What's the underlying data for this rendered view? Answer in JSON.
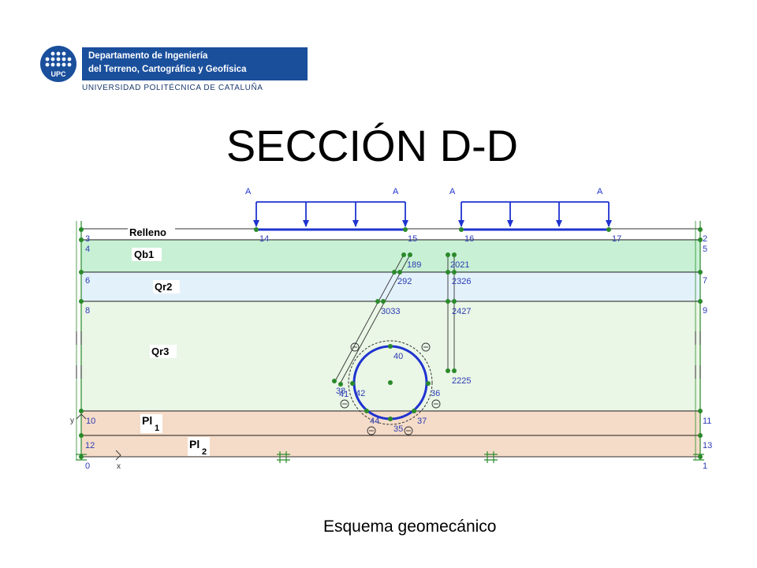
{
  "header": {
    "logo_icon": "upc-dots-logo",
    "logo_abbr": "UPC",
    "dept_line1": "Departamento de Ingeniería",
    "dept_line2": "del Terreno, Cartográfica y Geofísica",
    "university": "UNIVERSIDAD POLITÉCNICA DE CATALUÑA"
  },
  "title": "SECCIÓN D-D",
  "caption": "Esquema geomecánico",
  "colors": {
    "relleno": "#ffffff",
    "qb1": "#c8f0d4",
    "qr2": "#e3f1fb",
    "qr3": "#eaf6e6",
    "pl1": "#f5dcc8",
    "pl2": "#f5dcc8",
    "load": "#1f33d0",
    "node": "#2a8a2a",
    "node_label": "#2c3cb4",
    "tunnel": "#1f33d0"
  },
  "diagram": {
    "layers": [
      {
        "label": "Relleno"
      },
      {
        "label": "Qb1"
      },
      {
        "label": "Qr2"
      },
      {
        "label": "Qr3"
      },
      {
        "label": "Pl",
        "sub": "1"
      },
      {
        "label": "Pl",
        "sub": "2"
      }
    ],
    "loads": [
      "A",
      "A",
      "A",
      "A"
    ],
    "node_labels": {
      "n0": "0",
      "n1": "1",
      "n2": "2",
      "n3": "3",
      "n4": "4",
      "n5": "5",
      "n6": "6",
      "n7": "7",
      "n8": "8",
      "n9": "9",
      "n10": "10",
      "n11": "11",
      "n12": "12",
      "n13": "13",
      "n14": "14",
      "n15": "15",
      "n16": "16",
      "n17": "17",
      "n189": "189",
      "n2021": "2021",
      "n292": "292",
      "n2326": "2326",
      "n3033": "3033",
      "n2427": "2427",
      "n40": "40",
      "n2225": "2225",
      "n36": "36",
      "n41": "41",
      "n42": "42",
      "n37": "37",
      "n44": "44",
      "n35": "35",
      "n38": "38"
    },
    "axis_x": "x",
    "axis_y": "y"
  }
}
